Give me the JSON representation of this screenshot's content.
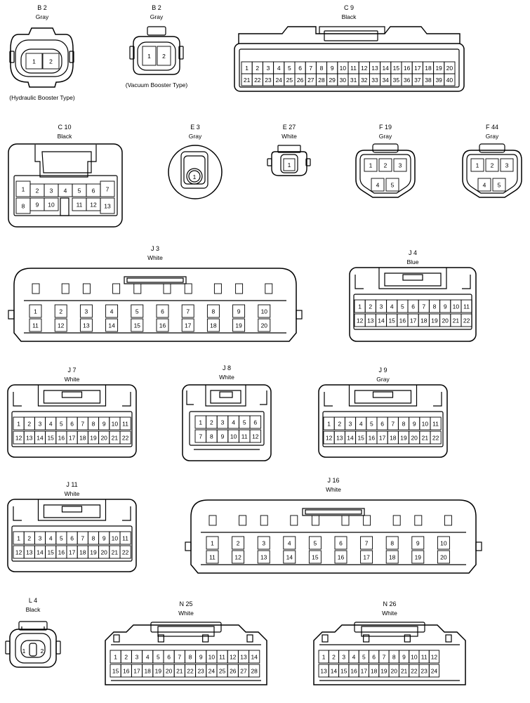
{
  "connectors": [
    {
      "id": "b2h",
      "code": "B 2",
      "color": "Gray",
      "note": "(Hydraulic Booster Type)",
      "rows": [
        [
          "1",
          "2"
        ]
      ]
    },
    {
      "id": "b2v",
      "code": "B 2",
      "color": "Gray",
      "note": "(Vacuum Booster Type)",
      "rows": [
        [
          "1",
          "2"
        ]
      ]
    },
    {
      "id": "c9",
      "code": "C 9",
      "color": "Black",
      "rows": [
        [
          "1",
          "2",
          "3",
          "4",
          "5",
          "6",
          "7",
          "8",
          "9",
          "10",
          "11",
          "12",
          "13",
          "14",
          "15",
          "16",
          "17",
          "18",
          "19",
          "20"
        ],
        [
          "21",
          "22",
          "23",
          "24",
          "25",
          "26",
          "27",
          "28",
          "29",
          "30",
          "31",
          "32",
          "33",
          "34",
          "35",
          "36",
          "37",
          "38",
          "39",
          "40"
        ]
      ]
    },
    {
      "id": "c10",
      "code": "C 10",
      "color": "Black",
      "rows": [
        [
          "1",
          "2",
          "3",
          "4",
          "5",
          "6",
          "7"
        ],
        [
          "8",
          "9",
          "10",
          "11",
          "12",
          "13"
        ]
      ]
    },
    {
      "id": "e3",
      "code": "E 3",
      "color": "Gray",
      "rows": [
        [
          "1"
        ]
      ]
    },
    {
      "id": "e27",
      "code": "E 27",
      "color": "White",
      "rows": [
        [
          "1"
        ]
      ]
    },
    {
      "id": "f19",
      "code": "F 19",
      "color": "Gray",
      "rows": [
        [
          "1",
          "2",
          "3"
        ],
        [
          "4",
          "5"
        ]
      ]
    },
    {
      "id": "f44",
      "code": "F 44",
      "color": "Gray",
      "rows": [
        [
          "1",
          "2",
          "3"
        ],
        [
          "4",
          "5"
        ]
      ]
    },
    {
      "id": "j3",
      "code": "J 3",
      "color": "White",
      "rows": [
        [
          "1",
          "2",
          "3",
          "4",
          "5",
          "6",
          "7",
          "8",
          "9",
          "10"
        ],
        [
          "11",
          "12",
          "13",
          "14",
          "15",
          "16",
          "17",
          "18",
          "19",
          "20"
        ]
      ]
    },
    {
      "id": "j4",
      "code": "J 4",
      "color": "Blue",
      "rows": [
        [
          "1",
          "2",
          "3",
          "4",
          "5",
          "6",
          "7",
          "8",
          "9",
          "10",
          "11"
        ],
        [
          "12",
          "13",
          "14",
          "15",
          "16",
          "17",
          "18",
          "19",
          "20",
          "21",
          "22"
        ]
      ]
    },
    {
      "id": "j7",
      "code": "J 7",
      "color": "White",
      "rows": [
        [
          "1",
          "2",
          "3",
          "4",
          "5",
          "6",
          "7",
          "8",
          "9",
          "10",
          "11"
        ],
        [
          "12",
          "13",
          "14",
          "15",
          "16",
          "17",
          "18",
          "19",
          "20",
          "21",
          "22"
        ]
      ]
    },
    {
      "id": "j8",
      "code": "J 8",
      "color": "White",
      "rows": [
        [
          "1",
          "2",
          "3",
          "4",
          "5",
          "6"
        ],
        [
          "7",
          "8",
          "9",
          "10",
          "11",
          "12"
        ]
      ]
    },
    {
      "id": "j9",
      "code": "J 9",
      "color": "Gray",
      "rows": [
        [
          "1",
          "2",
          "3",
          "4",
          "5",
          "6",
          "7",
          "8",
          "9",
          "10",
          "11"
        ],
        [
          "12",
          "13",
          "14",
          "15",
          "16",
          "17",
          "18",
          "19",
          "20",
          "21",
          "22"
        ]
      ]
    },
    {
      "id": "j11",
      "code": "J 11",
      "color": "White",
      "rows": [
        [
          "1",
          "2",
          "3",
          "4",
          "5",
          "6",
          "7",
          "8",
          "9",
          "10",
          "11"
        ],
        [
          "12",
          "13",
          "14",
          "15",
          "16",
          "17",
          "18",
          "19",
          "20",
          "21",
          "22"
        ]
      ]
    },
    {
      "id": "j16",
      "code": "J 16",
      "color": "White",
      "rows": [
        [
          "1",
          "2",
          "3",
          "4",
          "5",
          "6",
          "7",
          "8",
          "9",
          "10"
        ],
        [
          "11",
          "12",
          "13",
          "14",
          "15",
          "16",
          "17",
          "18",
          "19",
          "20"
        ]
      ]
    },
    {
      "id": "l4",
      "code": "L 4",
      "color": "Black",
      "rows": [
        [
          "1",
          "2"
        ]
      ]
    },
    {
      "id": "n25",
      "code": "N 25",
      "color": "White",
      "rows": [
        [
          "1",
          "2",
          "3",
          "4",
          "5",
          "6",
          "7",
          "8",
          "9",
          "10",
          "11",
          "12",
          "13",
          "14"
        ],
        [
          "15",
          "16",
          "17",
          "18",
          "19",
          "20",
          "21",
          "22",
          "23",
          "24",
          "25",
          "26",
          "27",
          "28"
        ]
      ]
    },
    {
      "id": "n26",
      "code": "N 26",
      "color": "White",
      "rows": [
        [
          "1",
          "2",
          "3",
          "4",
          "5",
          "6",
          "7",
          "8",
          "9",
          "10",
          "11",
          "12"
        ],
        [
          "13",
          "14",
          "15",
          "16",
          "17",
          "18",
          "19",
          "20",
          "21",
          "22",
          "23",
          "24"
        ]
      ]
    }
  ]
}
